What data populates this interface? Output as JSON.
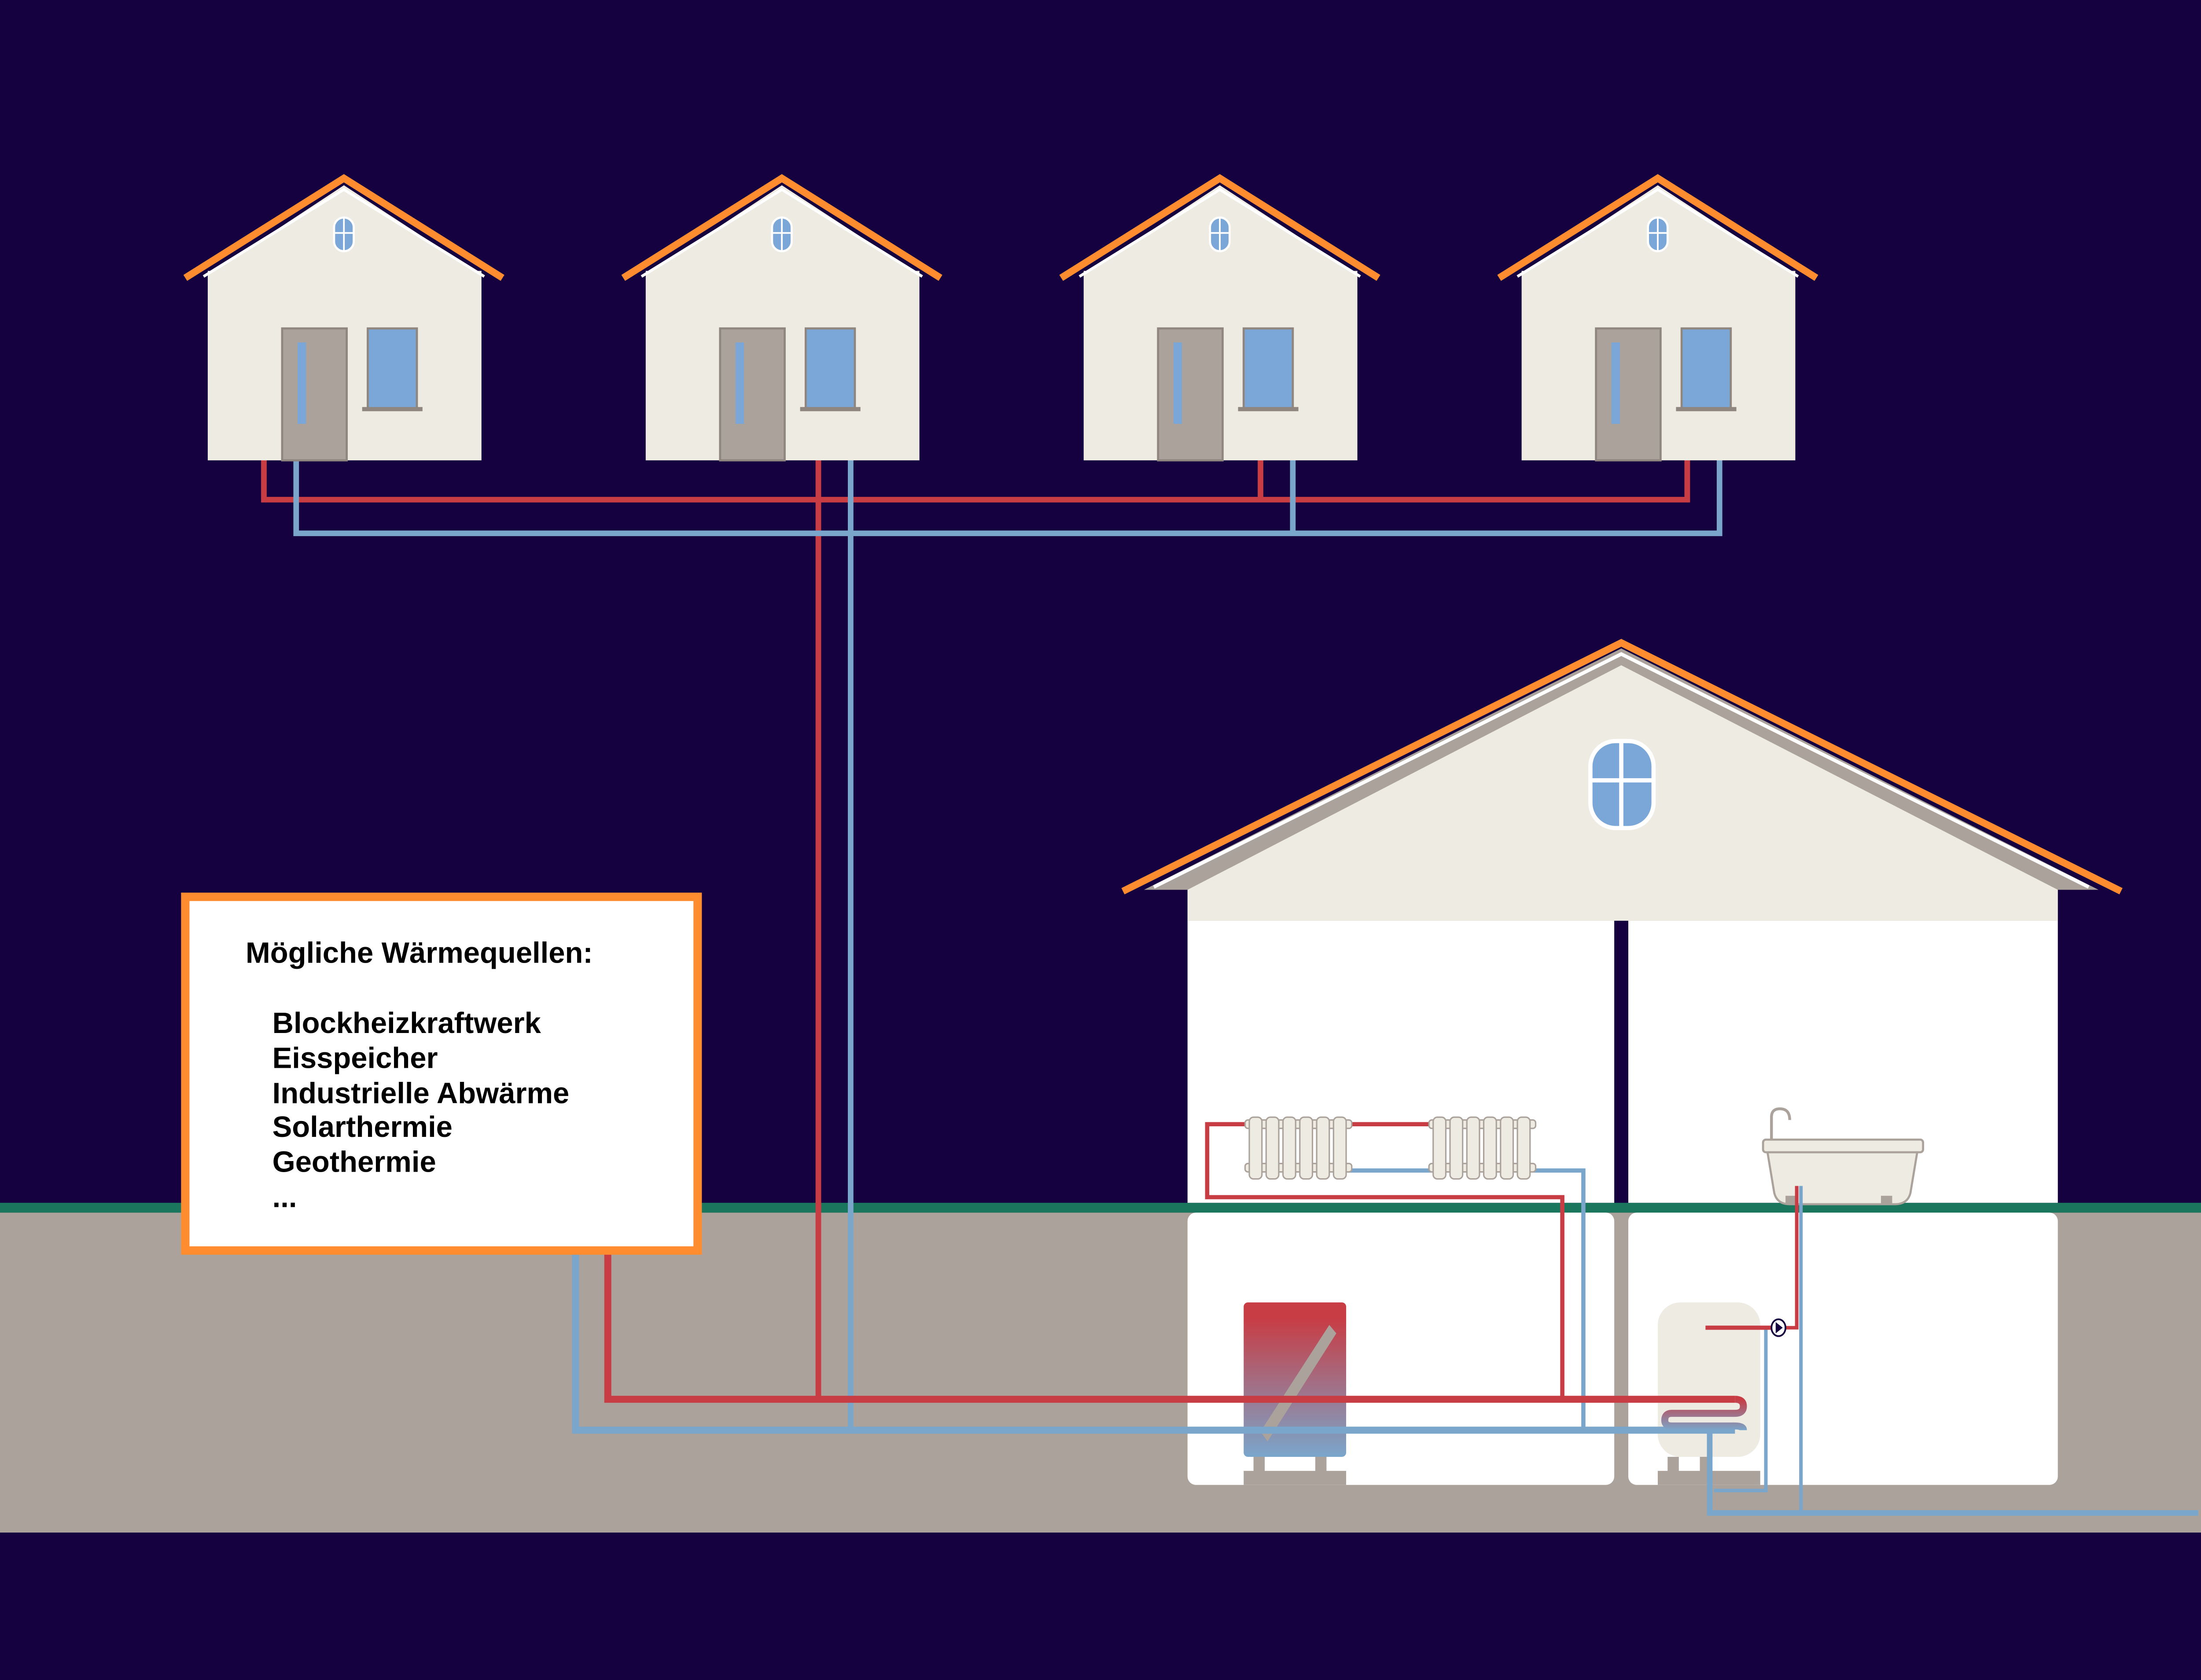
{
  "colors": {
    "sky": "#150040",
    "ground": "#aaa29b",
    "floor": "#1a765c",
    "supply_pipe": "#c83c44",
    "return_pipe": "#7aa6cb",
    "roof": "#ff8c2f",
    "wall": "#eeebe3"
  },
  "info_box": {
    "title": "Mögliche Wärmequellen:",
    "items": [
      "Blockheizkraftwerk",
      "Eisspeicher",
      "Industrielle Abwärme",
      "Solarthermie",
      "Geothermie",
      "..."
    ]
  }
}
